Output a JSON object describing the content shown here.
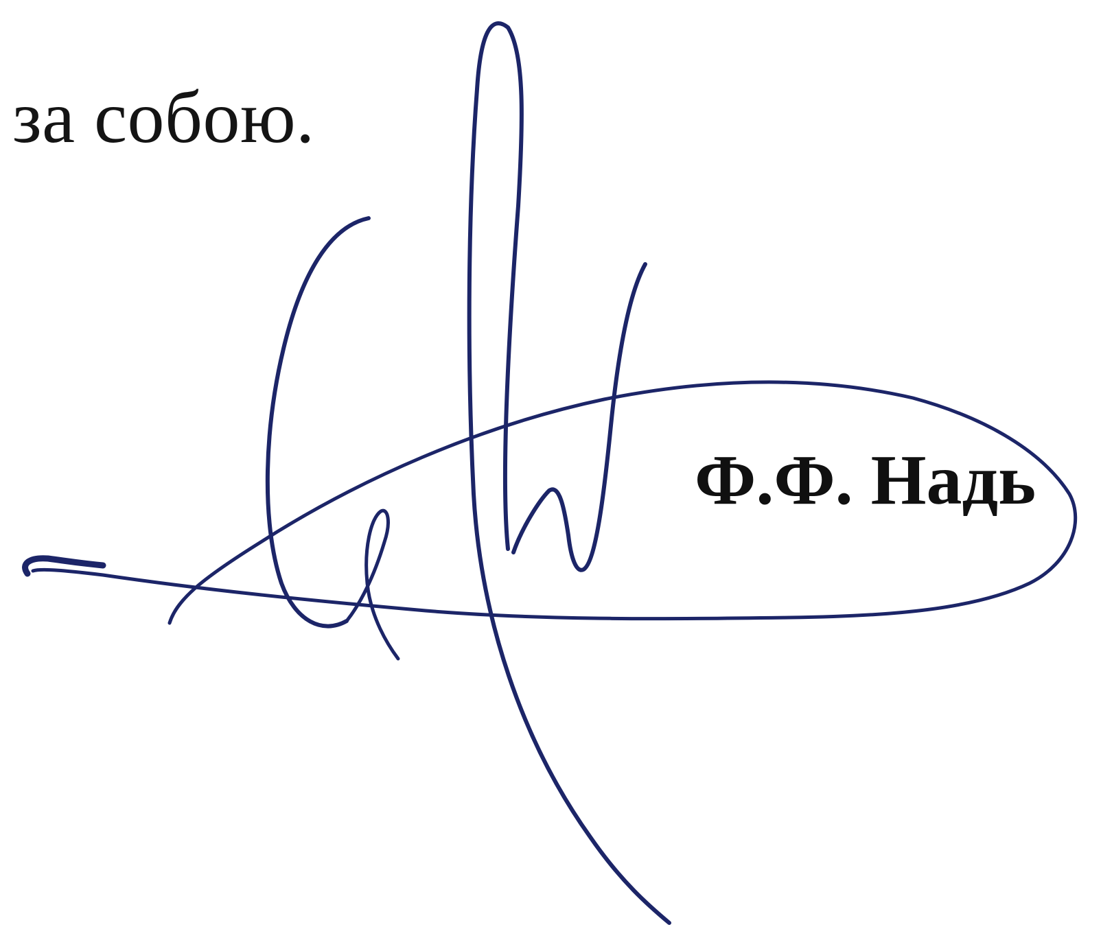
{
  "document": {
    "text_line": "за собою.",
    "signer_name": "Ф.Ф. Надь"
  },
  "signature": {
    "type": "handwritten-signature",
    "ink_color": "#1c2568"
  }
}
